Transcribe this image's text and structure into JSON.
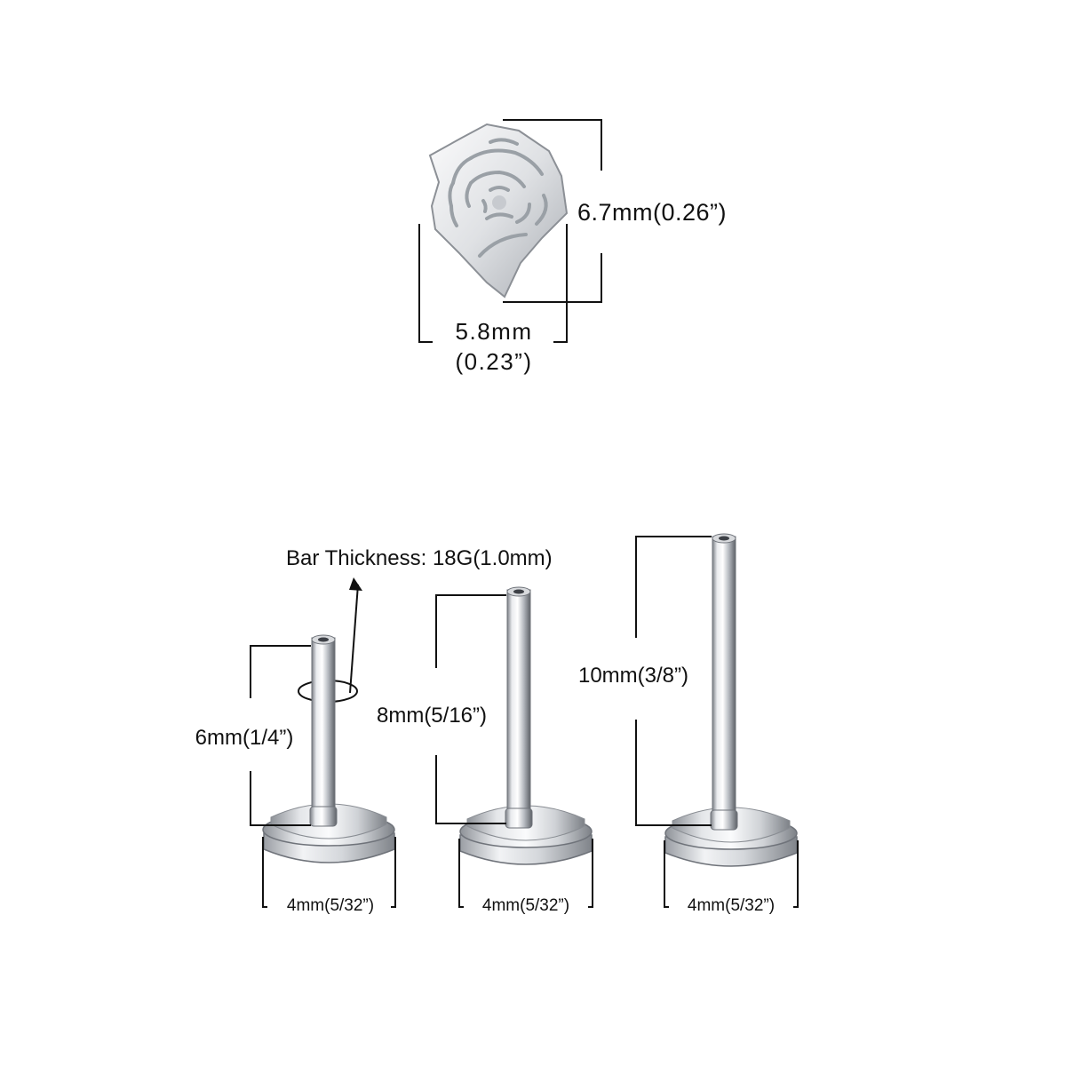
{
  "top_item": {
    "height_label": "6.7mm(0.26”)",
    "width_label_line1": "5.8mm",
    "width_label_line2": "(0.23”)"
  },
  "bar_thickness_label": "Bar Thickness: 18G(1.0mm)",
  "posts": [
    {
      "length_label": "6mm(1/4”)",
      "base_label": "4mm(5/32”)"
    },
    {
      "length_label": "8mm(5/16”)",
      "base_label": "4mm(5/32”)"
    },
    {
      "length_label": "10mm(3/8”)",
      "base_label": "4mm(5/32”)"
    }
  ],
  "colors": {
    "metal_light": "#f4f5f7",
    "metal_mid": "#c9ccd1",
    "metal_dark": "#6f737a",
    "line": "#111111"
  }
}
